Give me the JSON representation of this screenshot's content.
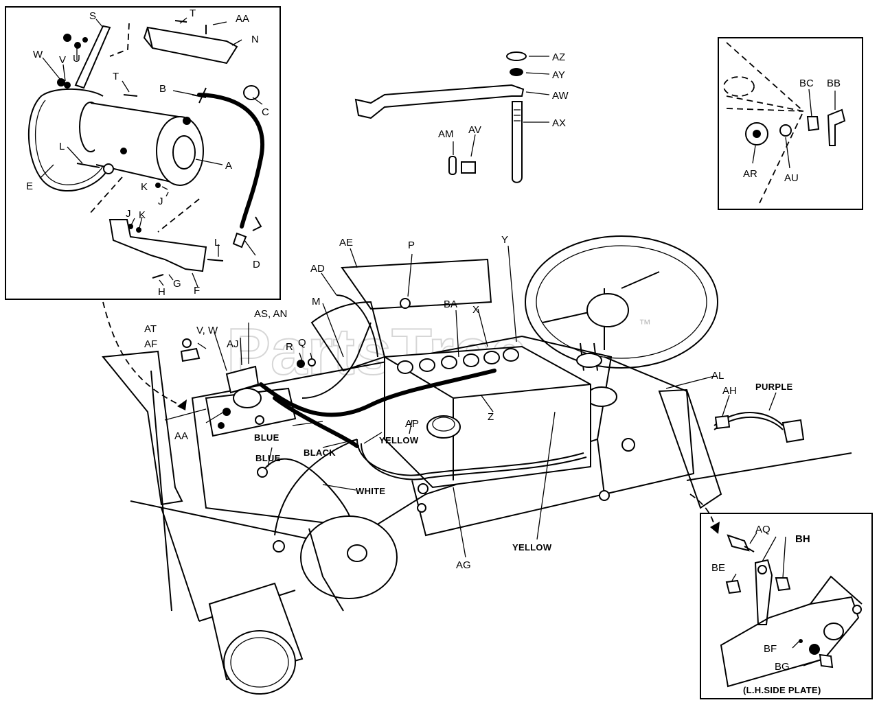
{
  "watermark": {
    "text": "PartsTree",
    "trademark": "™"
  },
  "labels": {
    "inset_alternator": {
      "S": "S",
      "T_top": "T",
      "AA_top": "AA",
      "N": "N",
      "W": "W",
      "V": "V",
      "U": "U",
      "T_mid": "T",
      "B": "B",
      "C": "C",
      "E": "E",
      "L_left": "L",
      "A": "A",
      "K_mid": "K",
      "J_mid": "J",
      "J_low": "J",
      "K_low": "K",
      "L_right": "L",
      "D": "D",
      "G": "G",
      "H": "H",
      "F": "F"
    },
    "hardware_top": {
      "AZ": "AZ",
      "AY": "AY",
      "AW": "AW",
      "AX": "AX",
      "AM": "AM",
      "AV": "AV"
    },
    "inset_ignition": {
      "BC": "BC",
      "BB": "BB",
      "AR": "AR",
      "AU": "AU"
    },
    "main": {
      "AE": "AE",
      "P": "P",
      "Y": "Y",
      "AD": "AD",
      "M": "M",
      "BA": "BA",
      "X": "X",
      "AT": "AT",
      "V_W": "V, W",
      "AS_AN": "AS, AN",
      "AF": "AF",
      "AJ": "AJ",
      "R": "R",
      "Q": "Q",
      "AL": "AL",
      "AH": "AH",
      "PURPLE": "PURPLE",
      "AA": "AA",
      "Z": "Z",
      "AP": "AP",
      "BLUE_top": "BLUE",
      "YELLOW_mid": "YELLOW",
      "BLACK": "BLACK",
      "BLUE_low": "BLUE",
      "WHITE": "WHITE",
      "YELLOW_low": "YELLOW",
      "AG": "AG"
    },
    "inset_side_plate": {
      "AQ": "AQ",
      "BH": "BH",
      "BE": "BE",
      "BF": "BF",
      "BG": "BG",
      "caption": "(L.H.SIDE PLATE)"
    }
  }
}
